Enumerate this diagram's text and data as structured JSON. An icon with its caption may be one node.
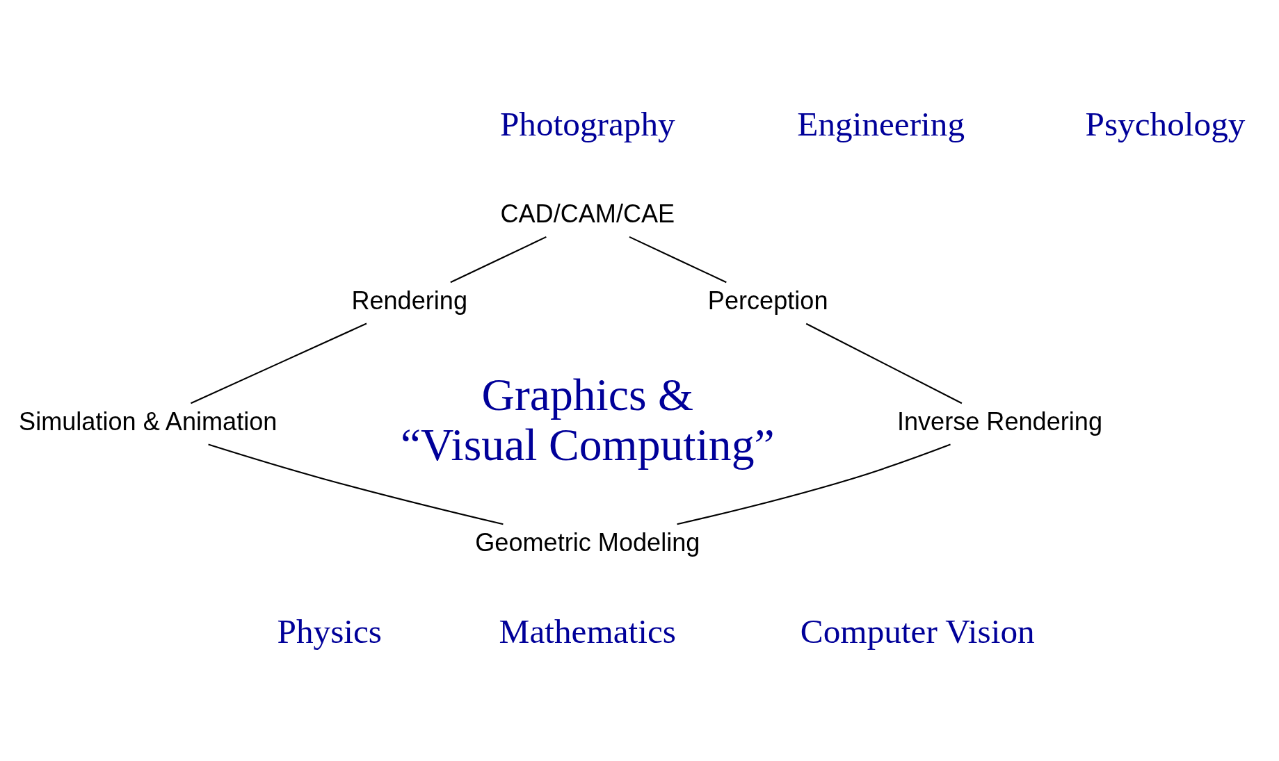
{
  "diagram": {
    "nodes": [
      {
        "text": [
          "CAD/CAM/CAE"
        ]
      },
      {
        "text": [
          "Rendering"
        ]
      },
      {
        "text": [
          "Perception"
        ]
      },
      {
        "text": [
          "Simulation & Animation"
        ]
      },
      {
        "text": [
          "Inverse Rendering"
        ]
      },
      {
        "text": [
          "Geometric Modeling"
        ]
      }
    ],
    "edges": [
      {
        "from": 0,
        "to": 2,
        "arrow": "none"
      },
      {
        "from": 2,
        "to": 4,
        "arrow": "none"
      },
      {
        "from": 4,
        "to": 5,
        "arrow": "none"
      },
      {
        "from": 5,
        "to": 3,
        "arrow": "none"
      },
      {
        "from": 3,
        "to": 1,
        "arrow": "none"
      },
      {
        "from": 1,
        "to": 0,
        "arrow": "none"
      }
    ],
    "labels": [
      "Engineering",
      "Photography",
      "Psychology",
      "Graphics & “Visual Computing”",
      "Physics",
      "Computer Vision",
      "Mathematics"
    ]
  }
}
